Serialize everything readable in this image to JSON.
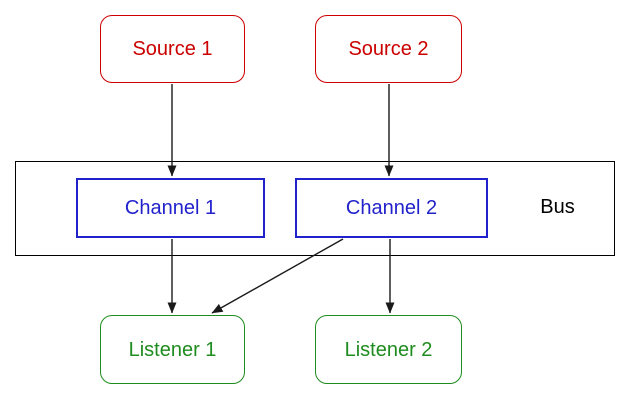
{
  "diagram": {
    "nodes": {
      "source1": {
        "label": "Source 1",
        "color": "#cc0000",
        "shape": "rounded-rect"
      },
      "source2": {
        "label": "Source 2",
        "color": "#cc0000",
        "shape": "rounded-rect"
      },
      "channel1": {
        "label": "Channel 1",
        "color": "#2222cc",
        "shape": "rect"
      },
      "channel2": {
        "label": "Channel 2",
        "color": "#2222cc",
        "shape": "rect"
      },
      "bus": {
        "label": "Bus",
        "color": "#000000",
        "shape": "container-rect"
      },
      "listener1": {
        "label": "Listener 1",
        "color": "#1e8c1e",
        "shape": "rounded-rect"
      },
      "listener2": {
        "label": "Listener 2",
        "color": "#1e8c1e",
        "shape": "rounded-rect"
      }
    },
    "edges": [
      {
        "from": "Source 1",
        "to": "Channel 1",
        "style": "arrow"
      },
      {
        "from": "Source 2",
        "to": "Channel 2",
        "style": "arrow"
      },
      {
        "from": "Channel 1",
        "to": "Listener 1",
        "style": "arrow"
      },
      {
        "from": "Channel 2",
        "to": "Listener 1",
        "style": "arrow"
      },
      {
        "from": "Channel 2",
        "to": "Listener 2",
        "style": "arrow"
      }
    ],
    "containment": [
      {
        "parent": "Bus",
        "children": [
          "Channel 1",
          "Channel 2"
        ]
      }
    ],
    "colors": {
      "source_red": "#cc0000",
      "channel_blue": "#2222cc",
      "listener_green": "#1e8c1e",
      "line_black": "#1a1a1a",
      "background": "#ffffff"
    }
  }
}
